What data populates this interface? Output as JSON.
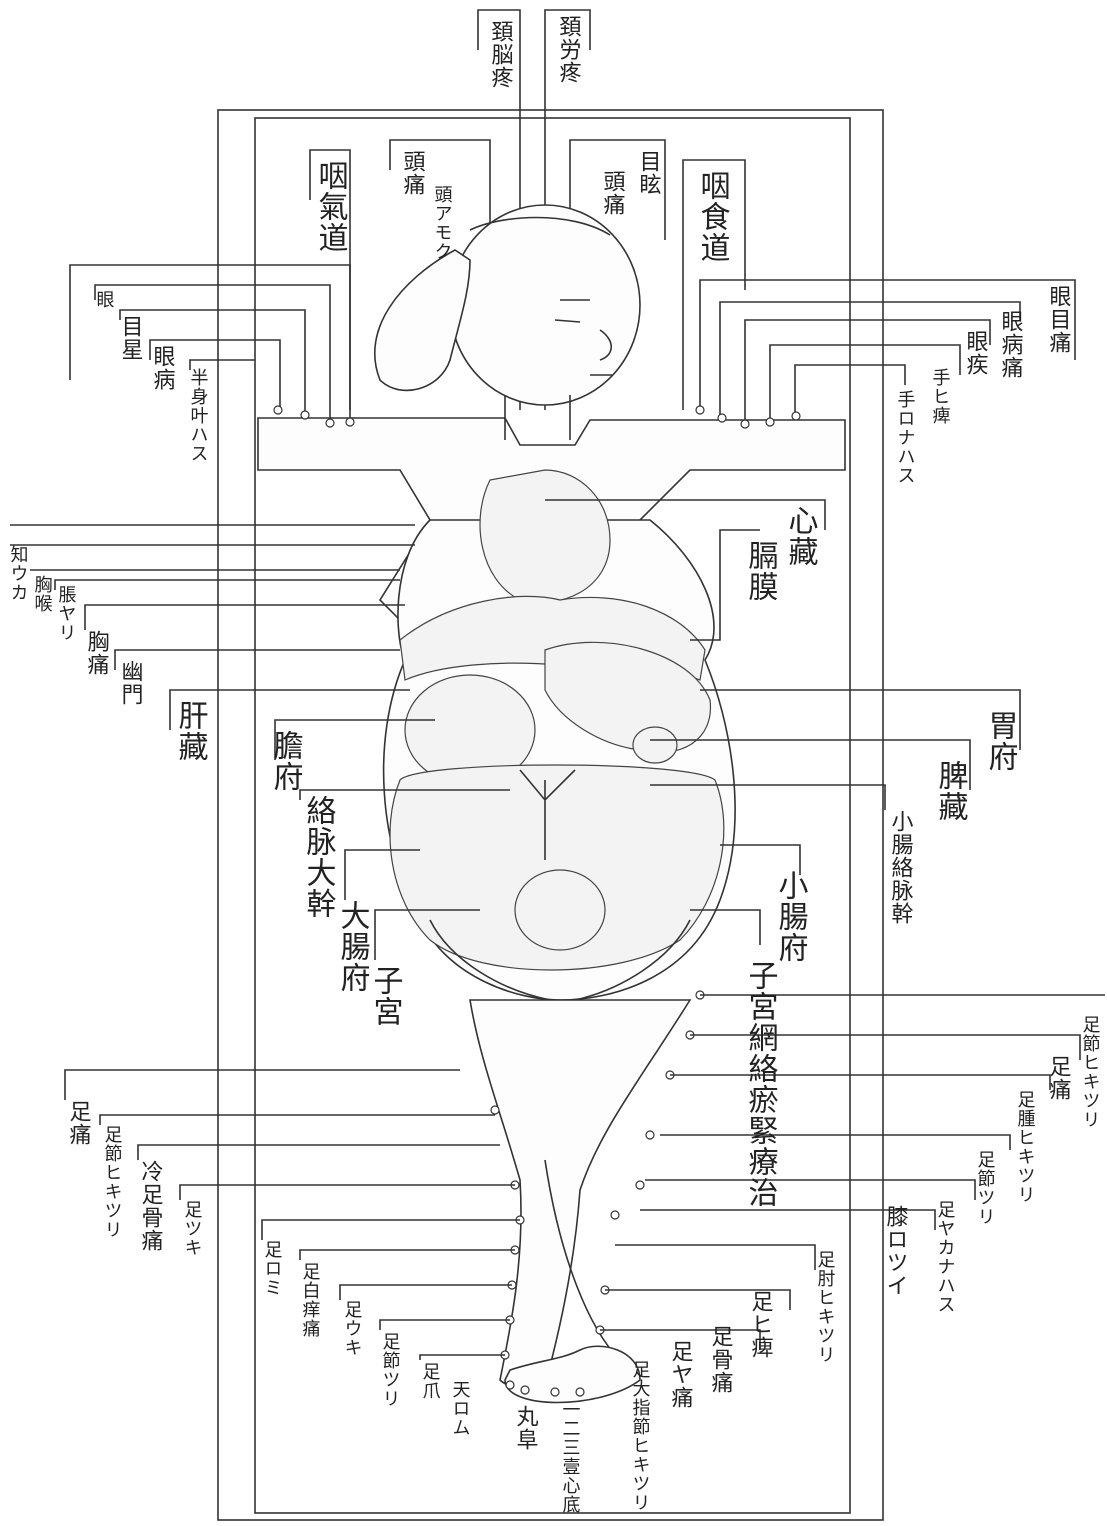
{
  "labels": {
    "neck_left": "頚脳疼",
    "neck_right": "頚労疼",
    "throat_qi": "咽氣道",
    "head_pain": "頭痛",
    "head_mid": "頭アモク",
    "eye_dizzy": "目眩",
    "head_pain2": "頭痛",
    "food_pipe": "咽食道",
    "eye_top_l": "眼",
    "eye_star": "目星",
    "eye_disease": "眼病",
    "half_body": "半身叶ハス",
    "eye_pain_r": "眼目痛",
    "eye_disease_r": "眼病痛",
    "eye_illness_r": "眼疾",
    "hand_numb": "手ヒ痺",
    "hand_no_lift": "手ロナハス",
    "heart": "心藏",
    "diaphragm": "膈膜",
    "chest_l1": "知ウカ",
    "chest_l2": "胸喉",
    "chest_l3": "脹ヤリ",
    "chest_pain": "胸痛",
    "gate": "幽門",
    "liver": "肝藏",
    "stomach": "胃府",
    "spleen": "脾藏",
    "small_int_vessels": "小腸絡脉幹",
    "gallbladder": "膽府",
    "vessel_main": "絡脉大幹",
    "large_int": "大腸府",
    "small_int": "小腸府",
    "uterus": "子宮",
    "uterus_treat": "子宮網絡瘀緊療治",
    "foot_pain_l": "足痛",
    "foot_joint_l": "足節ヒキツリ",
    "cold_foot_bone": "冷足骨痛",
    "foot_cramp": "足ツキ",
    "foot_l5": "足ロミ",
    "foot_l6": "足白痒痛",
    "foot_l7": "足ウキ",
    "foot_joint_l2": "足節ツリ",
    "foot_nail": "足爪",
    "toe_l": "天ロム",
    "nine_l": "丸阜",
    "three_points": "一二三壹心底",
    "foot_joint_r": "足節ヒキツリ",
    "foot_pain_r": "足痛",
    "foot_swell_r": "足腫ヒキツリ",
    "foot_joint_r2": "足節ツリ",
    "foot_weak_r": "足ヤカナハス",
    "knee_r": "膝ロツイ",
    "elbow_r": "足肘ヒキツリ",
    "foot_numb_r": "足ヒ痺",
    "foot_bone_r": "足骨痛",
    "foot_pain_r2": "足ヤ痛",
    "big_toe": "足大指節ヒキツリ"
  }
}
